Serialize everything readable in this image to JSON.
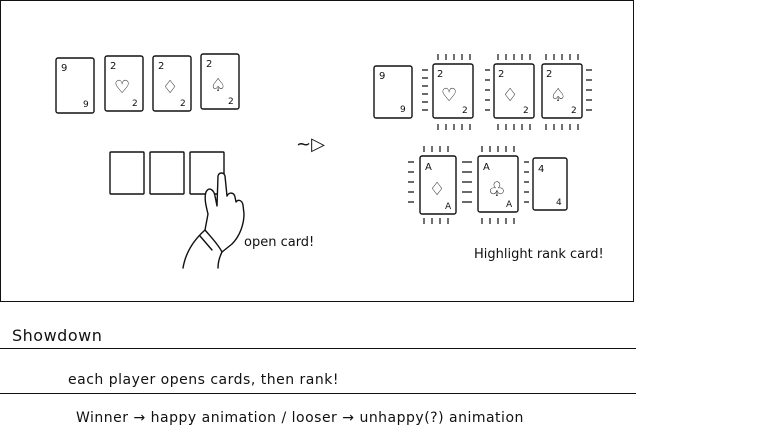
{
  "sketch": {
    "left_hand": {
      "cards": [
        {
          "rank": "9",
          "suit": ""
        },
        {
          "rank": "2",
          "suit": "♡"
        },
        {
          "rank": "2",
          "suit": "♢"
        },
        {
          "rank": "2",
          "suit": "♤"
        }
      ]
    },
    "left_action_label": "open card!",
    "arrow_glyph": "~▷",
    "right_hand": {
      "cards": [
        {
          "rank": "9",
          "suit": ""
        },
        {
          "rank": "2",
          "suit": "♡"
        },
        {
          "rank": "2",
          "suit": "♢"
        },
        {
          "rank": "2",
          "suit": "♤"
        }
      ],
      "community": [
        {
          "rank": "A",
          "suit": "♢"
        },
        {
          "rank": "A",
          "suit": "♧"
        },
        {
          "rank": "4",
          "suit": ""
        }
      ]
    },
    "right_action_label": "Highlight rank card!"
  },
  "notes": {
    "title": "Showdown",
    "line1": "each player opens cards, then rank!",
    "line2": "Winner → happy animation / looser → unhappy(?) animation"
  }
}
